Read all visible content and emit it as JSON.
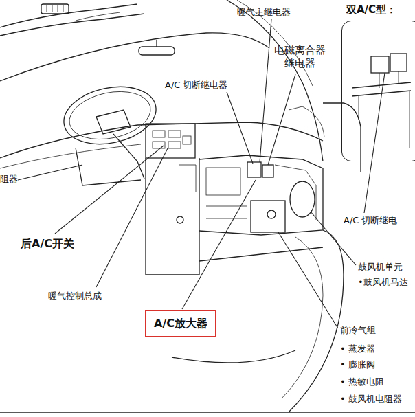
{
  "diagram": {
    "nodes": [
      {
        "text": [
          "双A/C型："
        ]
      },
      {
        "text": [
          "A/C放大器"
        ]
      }
    ],
    "labels": [
      "暖气主继电器",
      "电磁离合器 继电器",
      "A/C 切断继电器",
      "阻器",
      "后A/C开关",
      "A/C 切断继电",
      "鼓风机单元",
      "•鼓风机马达",
      "暖气控制总成",
      "前冷气组",
      "• 蒸发器",
      "• 膨胀阀",
      "• 热敏电阻",
      "• 鼓风机电阻器"
    ]
  }
}
